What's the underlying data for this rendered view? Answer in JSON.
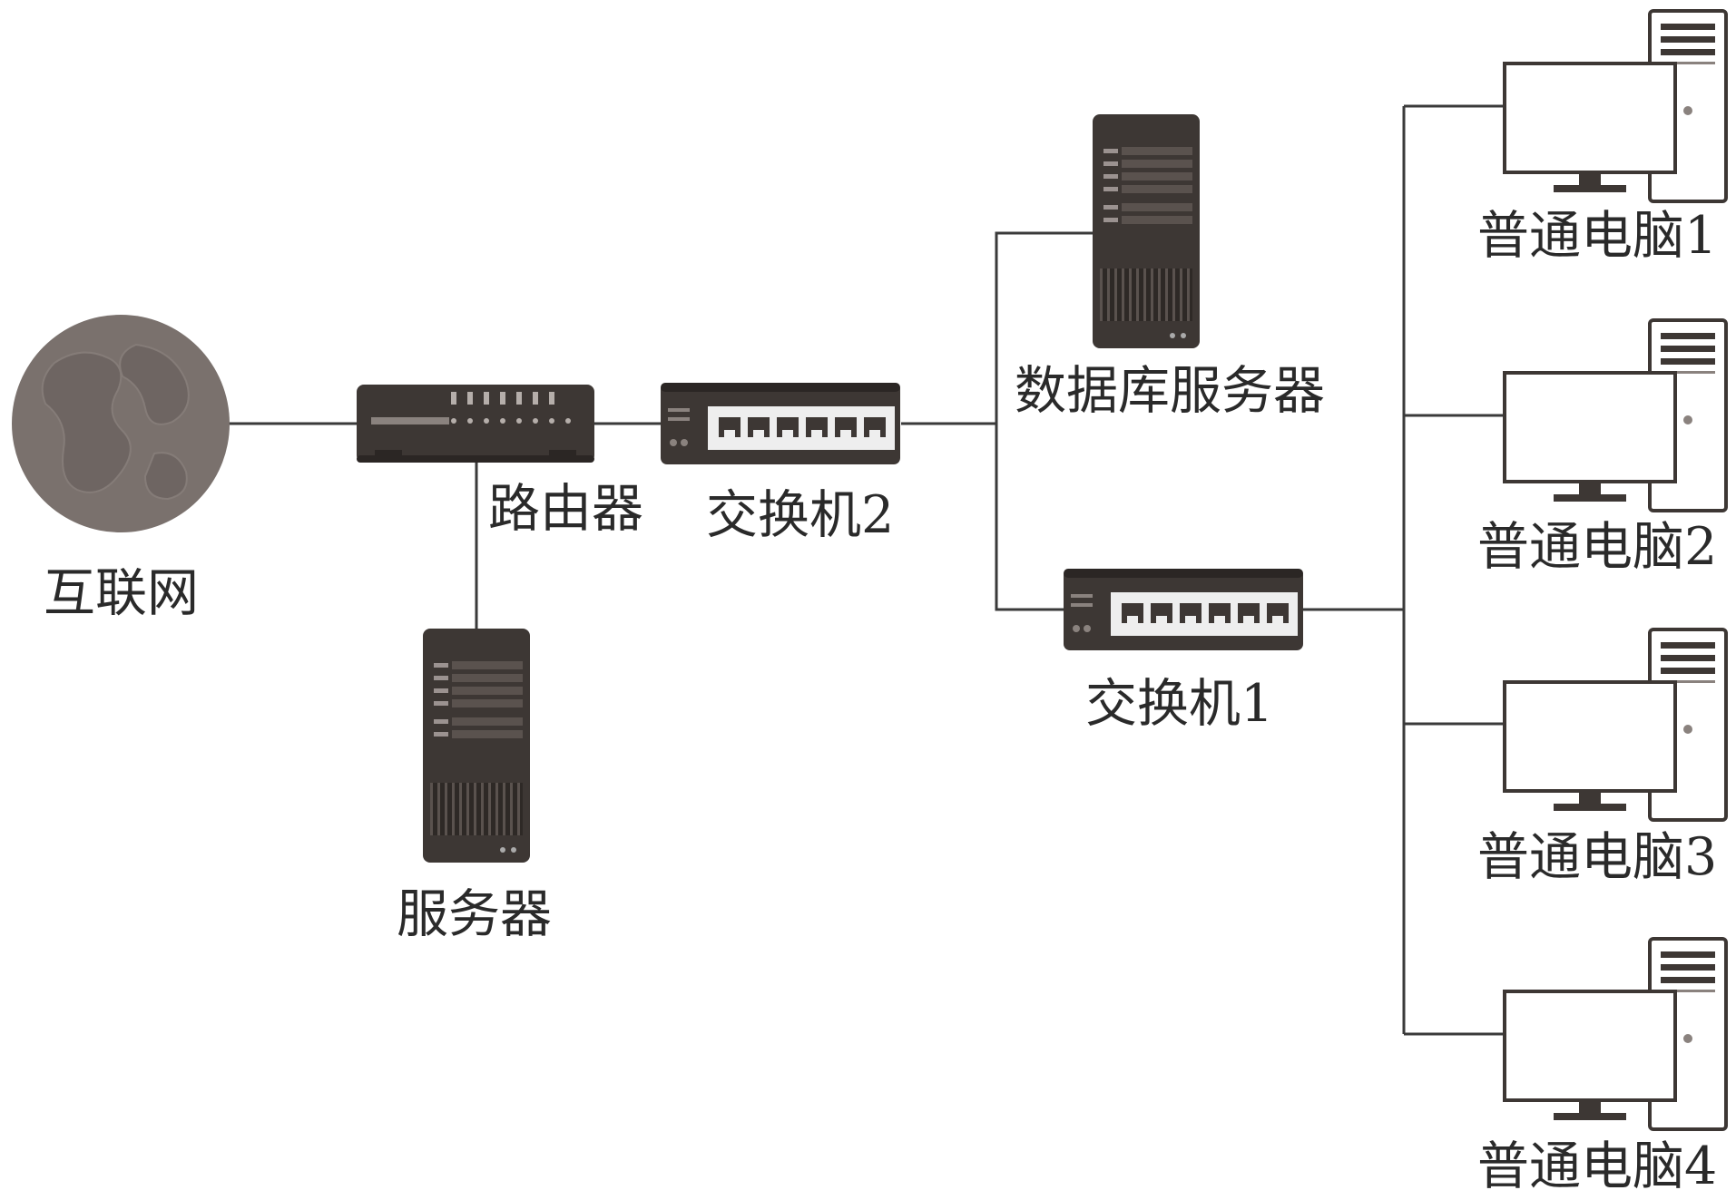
{
  "diagram": {
    "nodes": {
      "internet": {
        "label": "互联网",
        "icon": "globe-icon"
      },
      "router": {
        "label": "路由器",
        "icon": "router-icon"
      },
      "server": {
        "label": "服务器",
        "icon": "server-tower-icon"
      },
      "switch2": {
        "label": "交换机2",
        "icon": "network-switch-icon"
      },
      "db_server": {
        "label": "数据库服务器",
        "icon": "server-tower-icon"
      },
      "switch1": {
        "label": "交换机1",
        "icon": "network-switch-icon"
      },
      "pc1": {
        "label": "普通电脑1",
        "icon": "desktop-computer-icon"
      },
      "pc2": {
        "label": "普通电脑2",
        "icon": "desktop-computer-icon"
      },
      "pc3": {
        "label": "普通电脑3",
        "icon": "desktop-computer-icon"
      },
      "pc4": {
        "label": "普通电脑4",
        "icon": "desktop-computer-icon"
      }
    },
    "edges": [
      [
        "internet",
        "router"
      ],
      [
        "router",
        "server"
      ],
      [
        "router",
        "switch2"
      ],
      [
        "switch2",
        "db_server"
      ],
      [
        "switch2",
        "switch1"
      ],
      [
        "switch1",
        "pc1"
      ],
      [
        "switch1",
        "pc2"
      ],
      [
        "switch1",
        "pc3"
      ],
      [
        "switch1",
        "pc4"
      ]
    ],
    "colors": {
      "device_dark": "#3d3734",
      "device_panel": "#2b2624",
      "line": "#3a3a3a",
      "globe": "#7a716d",
      "monitor_outline": "#3d3734"
    }
  }
}
